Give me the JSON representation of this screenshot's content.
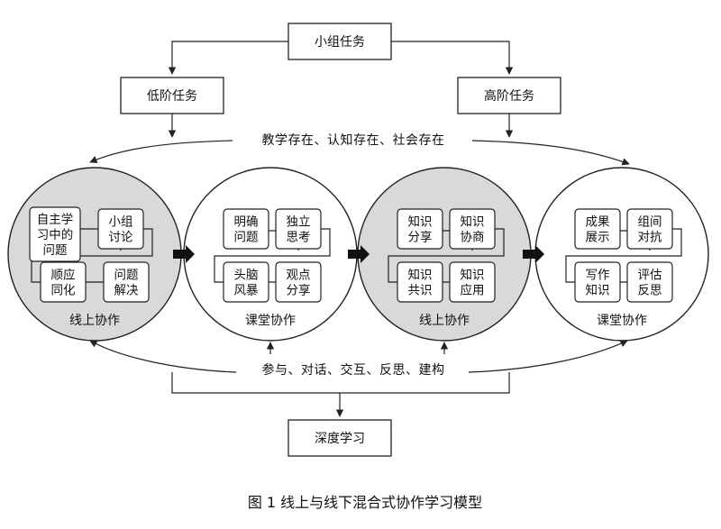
{
  "top_box": "小组任务",
  "low_task": "低阶任务",
  "high_task": "高阶任务",
  "presence_band": "教学存在、认知存在、社会存在",
  "participation_band": "参与、对话、交互、反思、建构",
  "bottom_box": "深度学习",
  "caption": "图 1    线上与线下混合式协作学习模型",
  "circles": [
    {
      "label": "线上协作",
      "style": "gray",
      "steps": [
        {
          "lines": [
            "自主学",
            "习中的",
            "问题"
          ]
        },
        {
          "lines": [
            "小组",
            "讨论"
          ]
        },
        {
          "lines": [
            "顺应",
            "同化"
          ]
        },
        {
          "lines": [
            "问题",
            "解决"
          ]
        }
      ]
    },
    {
      "label": "课堂协作",
      "style": "white",
      "steps": [
        {
          "lines": [
            "明确",
            "问题"
          ]
        },
        {
          "lines": [
            "独立",
            "思考"
          ]
        },
        {
          "lines": [
            "头脑",
            "风暴"
          ]
        },
        {
          "lines": [
            "观点",
            "分享"
          ]
        }
      ]
    },
    {
      "label": "线上协作",
      "style": "gray",
      "steps": [
        {
          "lines": [
            "知识",
            "分享"
          ]
        },
        {
          "lines": [
            "知识",
            "协商"
          ]
        },
        {
          "lines": [
            "知识",
            "共识"
          ]
        },
        {
          "lines": [
            "知识",
            "应用"
          ]
        }
      ]
    },
    {
      "label": "课堂协作",
      "style": "white",
      "steps": [
        {
          "lines": [
            "成果",
            "展示"
          ]
        },
        {
          "lines": [
            "组间",
            "对抗"
          ]
        },
        {
          "lines": [
            "写作",
            "知识"
          ]
        },
        {
          "lines": [
            "评估",
            "反思"
          ]
        }
      ]
    }
  ]
}
